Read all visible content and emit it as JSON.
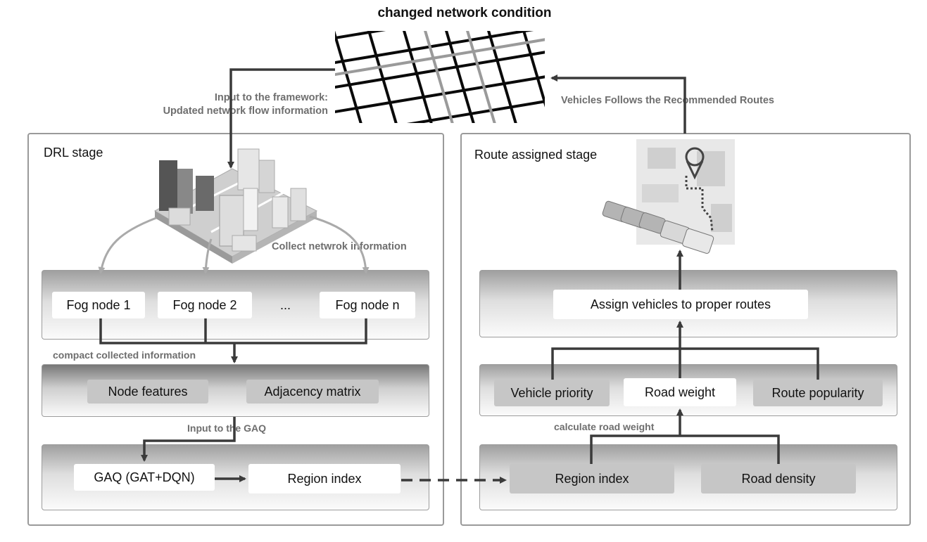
{
  "header": {
    "title": "changed network condition"
  },
  "notes": {
    "input_framework_line1": "Input to the framework:",
    "input_framework_line2": "Updated network flow information",
    "vehicles_follow": "Vehicles Follows the Recommended Routes",
    "collect_info": "Collect netwrok information",
    "compact_info": "compact collected information",
    "input_gaq": "Input to the GAQ",
    "calc_weight": "calculate road weight"
  },
  "drl_stage": {
    "title": "DRL stage",
    "fog_nodes": [
      "Fog node 1",
      "Fog node 2",
      "...",
      "Fog node n"
    ],
    "node_features": "Node features",
    "adjacency_matrix": "Adjacency matrix",
    "gaq": "GAQ (GAT+DQN)",
    "region_index": "Region index"
  },
  "route_stage": {
    "title": "Route assigned stage",
    "assign": "Assign vehicles to proper routes",
    "vehicle_priority": "Vehicle priority",
    "road_weight": "Road weight",
    "route_popularity": "Route popularity",
    "region_index": "Region index",
    "road_density": "Road density"
  },
  "colors": {
    "arrow": "#3a3a3a",
    "gray_box": "#c6c6c6",
    "stage_border": "#9a9a9a"
  },
  "icons": [
    "road-grid-icon",
    "city-icon",
    "map-pin-icon",
    "vehicles-icon"
  ]
}
